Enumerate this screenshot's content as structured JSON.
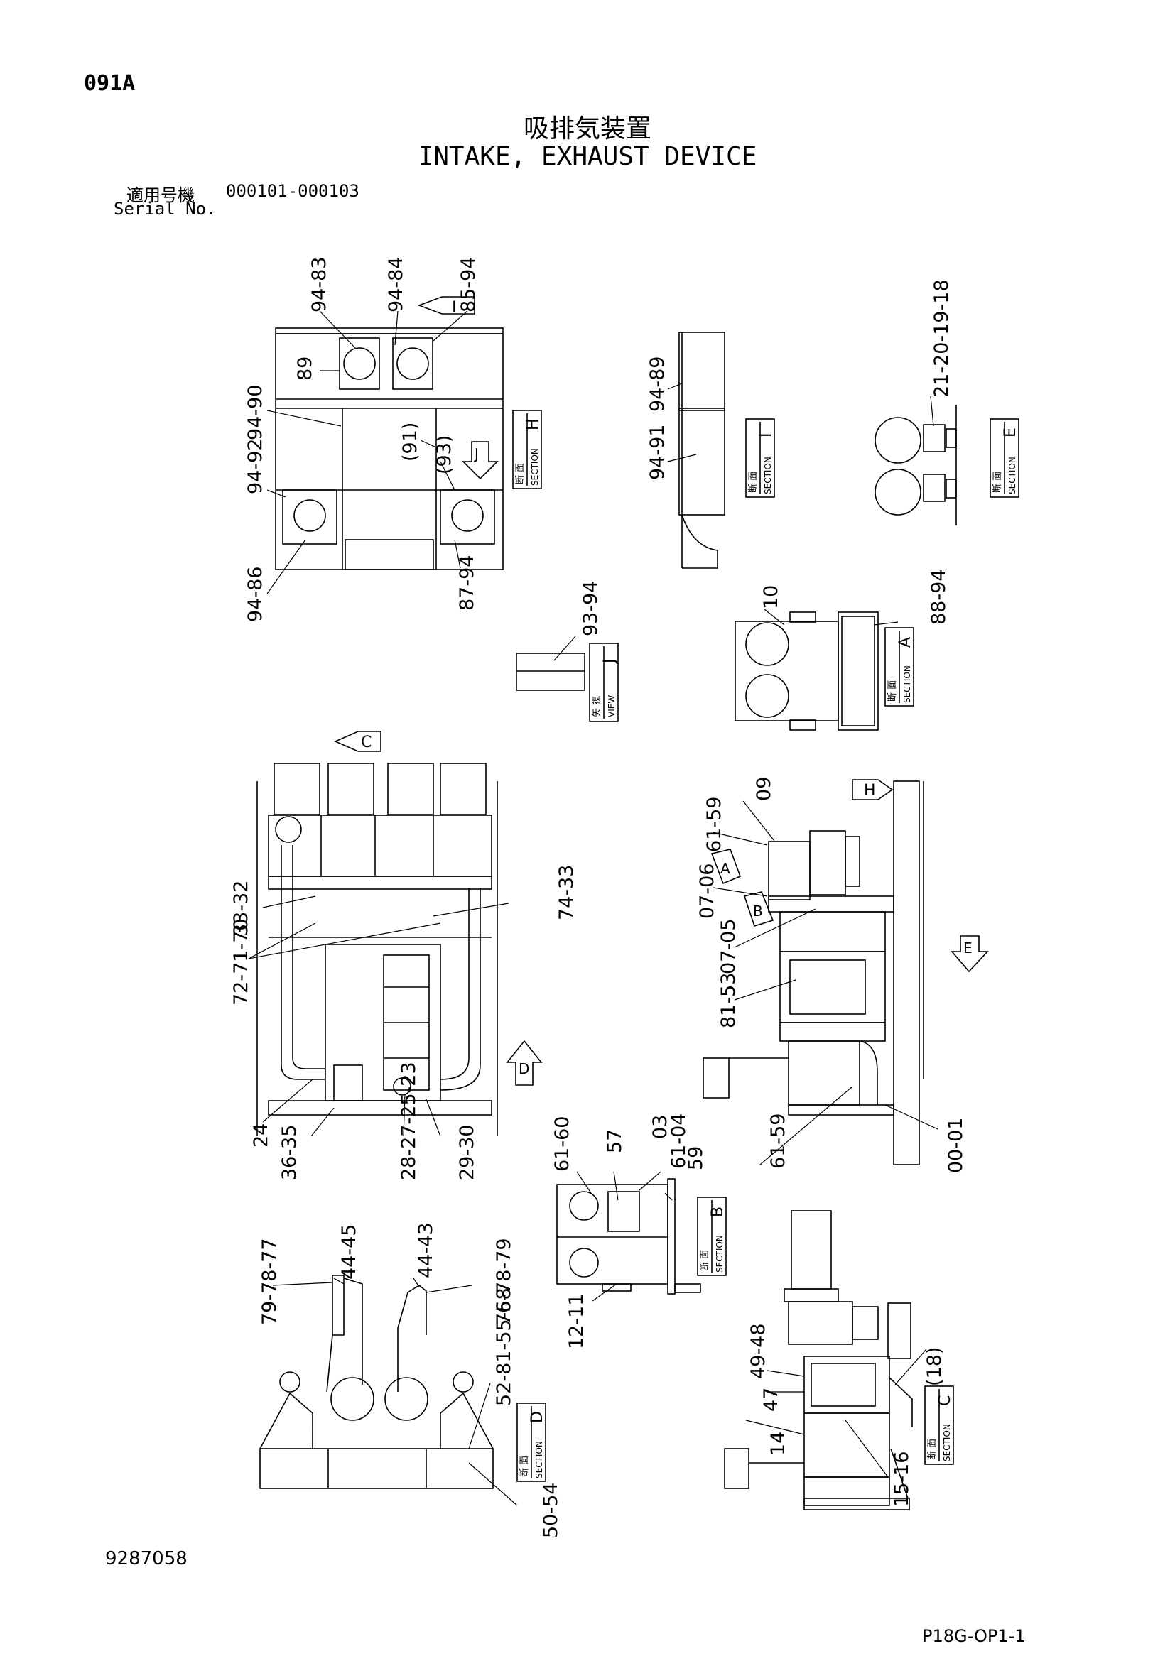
{
  "header": {
    "page_code": "091A",
    "title_jp": "吸排気装置",
    "title_en": "INTAKE, EXHAUST DEVICE",
    "serial_label_jp": "適用号機",
    "serial_range": "000101-000103",
    "serial_label_en": "Serial No."
  },
  "footer": {
    "doc_number": "9287058",
    "sheet_code": "P18G-OP1-1"
  },
  "views": {
    "section_jp": "断 面",
    "view_jp": "矢 視",
    "section_en": "SECTION",
    "view_en": "VIEW",
    "section_H": "H",
    "section_I": "I",
    "section_E": "E",
    "section_A": "A",
    "view_J": "J",
    "section_B": "B",
    "section_D": "D",
    "section_C": "C",
    "arrow_I": "I",
    "arrow_J": "J",
    "arrow_C": "C",
    "arrow_H": "H",
    "arrow_A": "A",
    "arrow_B": "B",
    "arrow_E": "E",
    "arrow_D": "D"
  },
  "callouts": {
    "c01": "94-83",
    "c02": "94-84",
    "c03": "85-94",
    "c04": "89",
    "c05": "94-90",
    "c06": "(91)",
    "c07": "(93)",
    "c08": "94-92",
    "c09": "94-86",
    "c10": "87-94",
    "c11": "94-89",
    "c12": "94-91",
    "c13": "21-20-19-18",
    "c14": "93-94",
    "c15": "10",
    "c16": "88-94",
    "c17": "61-59",
    "c18": "09",
    "c19": "07-06",
    "c20": "07-05",
    "c21": "81-53",
    "c22": "61-59",
    "c23": "00-01",
    "c24": "33-32",
    "c25": "74-33",
    "c26": "72-71-70",
    "c27": "24",
    "c28": "36-35",
    "c29": "28-27-25-23",
    "c30": "29-30",
    "c31": "61-60",
    "c32": "57",
    "c33": "03",
    "c34": "61-04",
    "c35": "59",
    "c36": "12-11",
    "c37": "44-45",
    "c38": "79-78-77",
    "c39": "44-43",
    "c40": "76-78-79",
    "c41": "52-81-55-58",
    "c42": "50-54",
    "c43": "49-48",
    "c44": "47",
    "c45": "(18)",
    "c46": "14",
    "c47": "15-16"
  }
}
